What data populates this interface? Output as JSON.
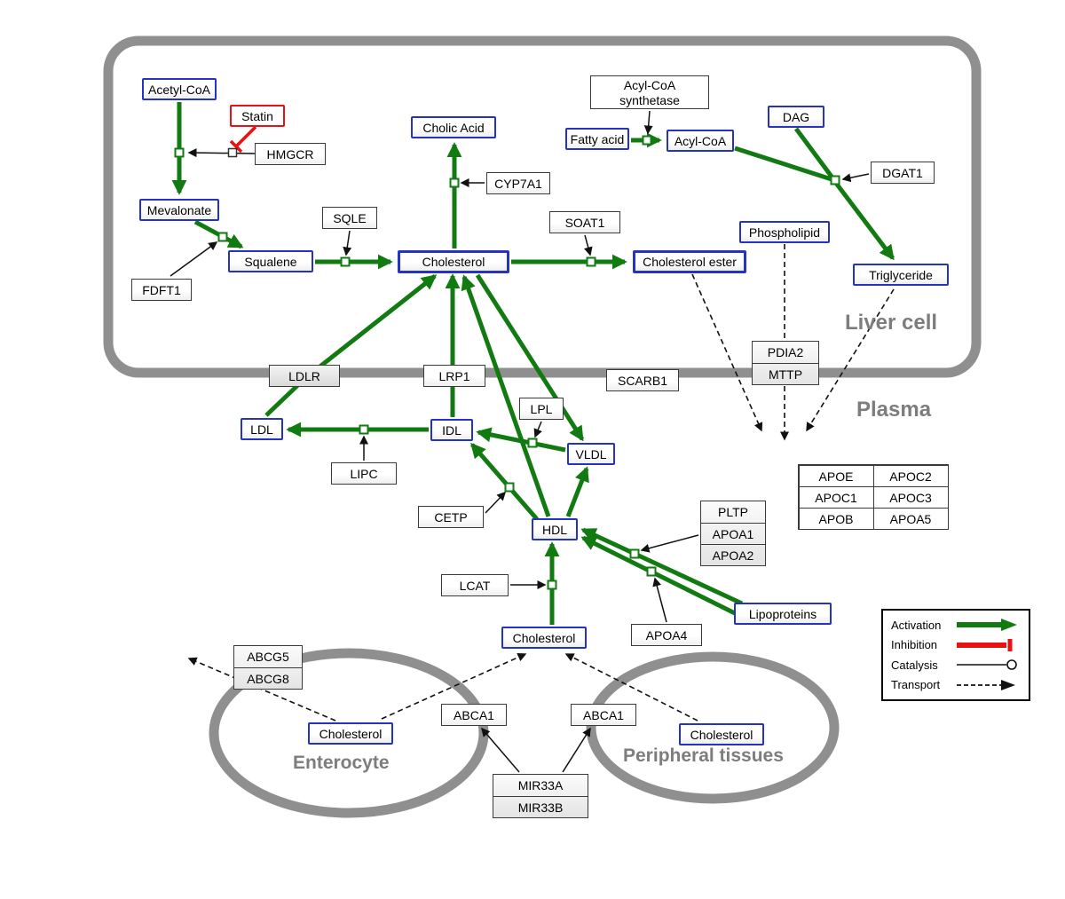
{
  "regions": {
    "liver": "Liver cell",
    "plasma": "Plasma",
    "enterocyte": "Enterocyte",
    "peripheral": "Peripheral tissues"
  },
  "nodes": {
    "acetyl_coa": "Acetyl-CoA",
    "statin": "Statin",
    "hmgcr": "HMGCR",
    "mevalonate": "Mevalonate",
    "fdft1": "FDFT1",
    "squalene": "Squalene",
    "sqle": "SQLE",
    "cholesterol_liver": "Cholesterol",
    "cholic_acid": "Cholic Acid",
    "cyp7a1": "CYP7A1",
    "soat1": "SOAT1",
    "cholesterol_ester": "Cholesterol ester",
    "acs_line1": "Acyl-CoA",
    "acs_line2": "synthetase",
    "fatty_acid": "Fatty acid",
    "acyl_coa": "Acyl-CoA",
    "dag": "DAG",
    "dgat1": "DGAT1",
    "phospholipid": "Phospholipid",
    "triglyceride": "Triglyceride",
    "ldlr": "LDLR",
    "lrp1": "LRP1",
    "scarb1": "SCARB1",
    "pdia2": "PDIA2",
    "mttp": "MTTP",
    "ldl": "LDL",
    "idl": "IDL",
    "lipc": "LIPC",
    "lpl": "LPL",
    "vldl": "VLDL",
    "cetp": "CETP",
    "hdl": "HDL",
    "lcat": "LCAT",
    "pltp": "PLTP",
    "apoa1": "APOA1",
    "apoa2": "APOA2",
    "apoa4": "APOA4",
    "lipoproteins": "Lipoproteins",
    "cholesterol_plasma": "Cholesterol",
    "abcg5": "ABCG5",
    "abcg8": "ABCG8",
    "cholesterol_enterocyte": "Cholesterol",
    "abca1_enterocyte": "ABCA1",
    "abca1_peripheral": "ABCA1",
    "cholesterol_peripheral": "Cholesterol",
    "mir33a": "MIR33A",
    "mir33b": "MIR33B"
  },
  "apo_table": [
    [
      "APOE",
      "APOC2"
    ],
    [
      "APOC1",
      "APOC3"
    ],
    [
      "APOB",
      "APOA5"
    ]
  ],
  "legend": {
    "activation": "Activation",
    "inhibition": "Inhibition",
    "catalysis": "Catalysis",
    "transport": "Transport"
  },
  "colors": {
    "activation_green": "#117a11",
    "inhibition_red": "#e81212",
    "metabolite_border_blue": "#2633c0",
    "membrane_gray": "#8f8f8f"
  }
}
